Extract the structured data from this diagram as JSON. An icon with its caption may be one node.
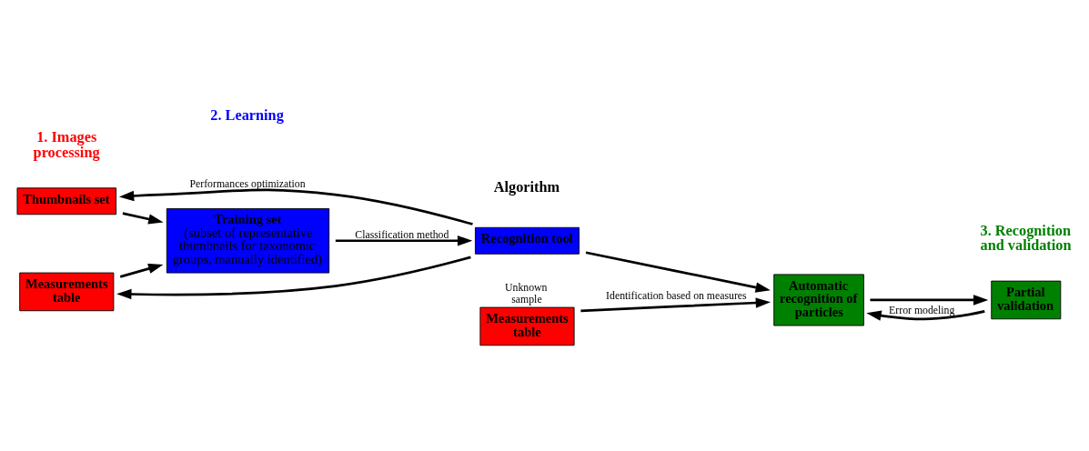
{
  "diagram": {
    "nodes": [
      {
        "text": [
          "Thumbnails set"
        ]
      },
      {
        "text": [
          "Measurements table"
        ]
      },
      {
        "text": [
          "Training set",
          "(subset of representative thumbnails for taxonomic groups, manually identified)"
        ]
      },
      {
        "text": [
          "Recognition tool"
        ]
      },
      {
        "text": [
          "Measurements table"
        ],
        "beside": [
          "Unknown sample"
        ]
      },
      {
        "text": [
          "Automatic recognition of particles"
        ]
      },
      {
        "text": [
          "Partial validation"
        ]
      }
    ],
    "edges": [
      {
        "from": 0,
        "to": 2,
        "arrow": "to"
      },
      {
        "from": 1,
        "to": 2,
        "arrow": "to"
      },
      {
        "from": 2,
        "to": 3,
        "arrow": "to",
        "label": "Classification method"
      },
      {
        "from": 3,
        "to": 0,
        "arrow": "to",
        "label": "Performances optimization"
      },
      {
        "from": 3,
        "to": 1,
        "arrow": "to"
      },
      {
        "from": 3,
        "to": 5,
        "arrow": "to"
      },
      {
        "from": 4,
        "to": 5,
        "arrow": "to",
        "label": "Identification based on measures"
      },
      {
        "from": 5,
        "to": 6,
        "arrow": "to"
      },
      {
        "from": 6,
        "to": 5,
        "arrow": "to",
        "label": "Error modeling"
      }
    ],
    "labels": [
      "1. Images processing",
      "2. Learning",
      "Algorithm",
      "3. Recognition and validation"
    ]
  }
}
